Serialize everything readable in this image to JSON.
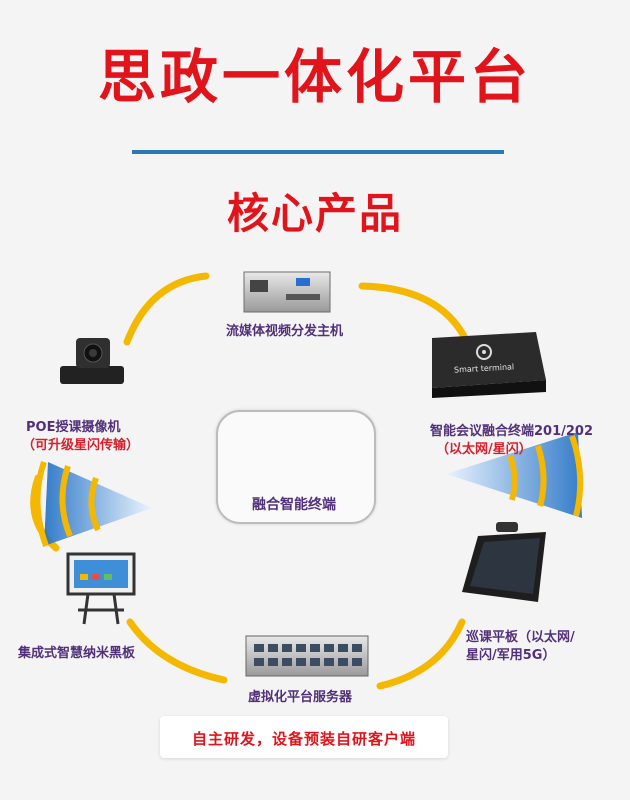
{
  "title": "思政一体化平台",
  "section_title": "核心产品",
  "center_label": "融合智能终端",
  "devices": {
    "streaming_host": "流媒体视频分发主机",
    "smart_terminal_text": "Smart terminal",
    "conference_terminal_line1": "智能会议融合终端201/202",
    "conference_terminal_line2": "（以太网/星闪）",
    "camera_line1": "POE授课摄像机",
    "camera_line2": "（可升级星闪传输）",
    "blackboard": "集成式智慧纳米黑板",
    "tablet_line1": "巡课平板（以太网/",
    "tablet_line2": "星闪/军用5G）",
    "server": "虚拟化平台服务器"
  },
  "footer_note": "自主研发，设备预装自研客户端",
  "colors": {
    "title_red": "#e1141c",
    "rule_blue": "#2a79b8",
    "arc_yellow": "#f5b800",
    "wave_blue": "#3a8fd8",
    "label_purple": "#52307a"
  }
}
